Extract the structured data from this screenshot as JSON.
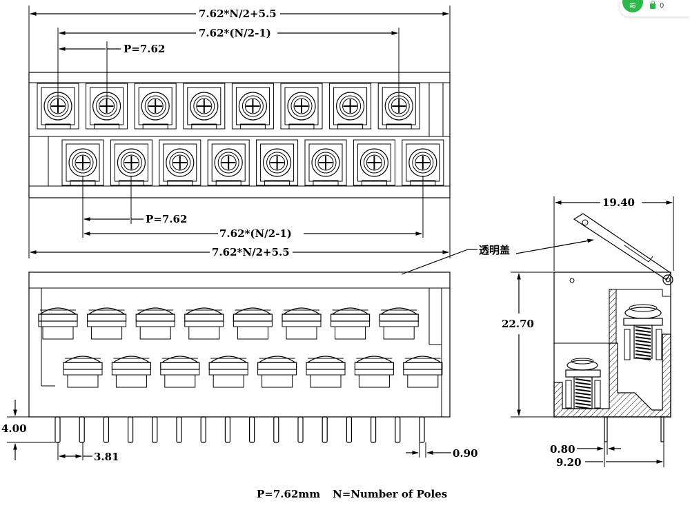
{
  "top_view": {
    "overall_width_label": "7.62*N/2+5.5",
    "row_span_label": "7.62*(N/2-1)",
    "pitch_label": "P=7.62"
  },
  "bottom_row_dims": {
    "pitch_label": "P=7.62",
    "row_span_label": "7.62*(N/2-1)",
    "overall_width_label": "7.62*N/2+5.5"
  },
  "front_view": {
    "cover_label": "透明盖",
    "pin_length_label": "4.00",
    "pin_offset_label": "3.81",
    "pin_width_label": "0.90"
  },
  "side_view": {
    "width_label": "19.40",
    "height_label": "22.70",
    "pin_thickness_label": "0.80",
    "pin_spacing_label": "9.20"
  },
  "footer": {
    "pitch_note": "P=7.62mm",
    "poles_note": "N=Number of Poles"
  },
  "status": {
    "wifi_icon": "wifi-icon",
    "lock_icon": "lock-icon",
    "count": "0",
    "accent": "#2db84c"
  }
}
